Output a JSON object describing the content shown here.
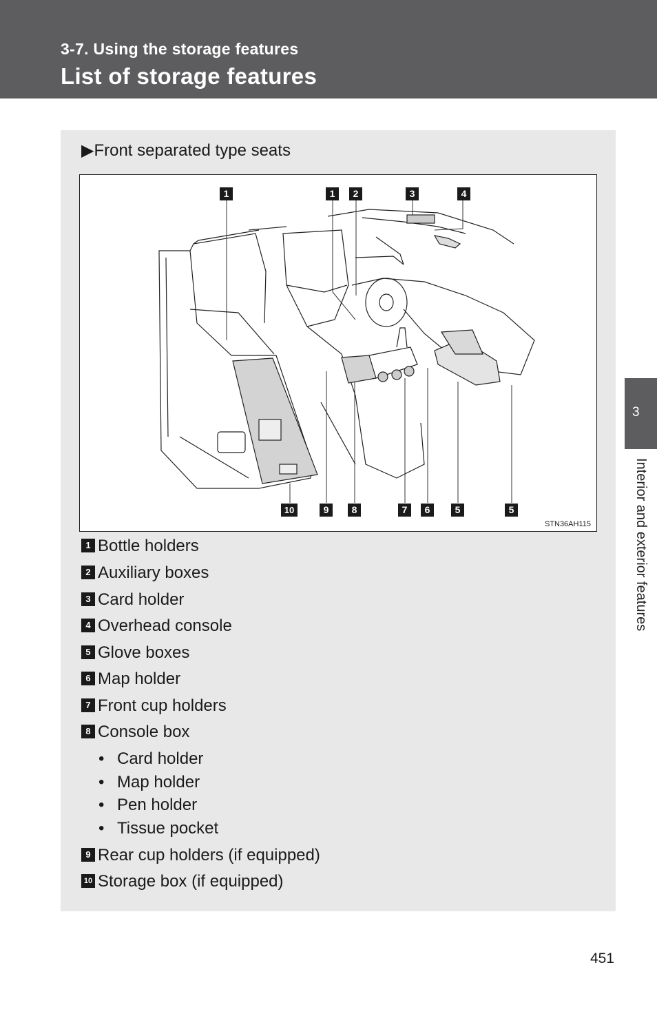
{
  "header": {
    "section": "3-7. Using the storage features",
    "title": "List of storage features"
  },
  "side_tab": {
    "number": "3",
    "label": "Interior and exterior features"
  },
  "subheading": "▶Front separated type seats",
  "figure": {
    "code": "STN36AH115",
    "top_callouts": [
      "1",
      "1",
      "2",
      "3",
      "4"
    ],
    "bottom_callouts": [
      "10",
      "9",
      "8",
      "7",
      "6",
      "5",
      "5"
    ]
  },
  "legend": [
    {
      "num": "1",
      "label": "Bottle holders"
    },
    {
      "num": "2",
      "label": "Auxiliary boxes"
    },
    {
      "num": "3",
      "label": "Card holder"
    },
    {
      "num": "4",
      "label": "Overhead console"
    },
    {
      "num": "5",
      "label": "Glove boxes"
    },
    {
      "num": "6",
      "label": "Map holder"
    },
    {
      "num": "7",
      "label": "Front cup holders"
    },
    {
      "num": "8",
      "label": "Console box"
    },
    {
      "num": "9",
      "label": "Rear cup holders (if equipped)"
    },
    {
      "num": "10",
      "label": "Storage box (if equipped)"
    }
  ],
  "console_box_items": [
    "Card holder",
    "Map holder",
    "Pen holder",
    "Tissue pocket"
  ],
  "page_number": "451"
}
